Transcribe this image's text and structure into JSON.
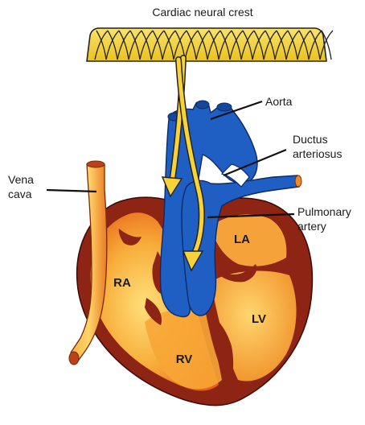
{
  "labels": {
    "neural_crest": "Cardiac neural crest",
    "aorta": "Aorta",
    "ductus_line1": "Ductus",
    "ductus_line2": "arteriosus",
    "vena_line1": "Vena",
    "vena_line2": "cava",
    "pulmonary_line1": "Pulmonary",
    "pulmonary_line2": "artery",
    "ra": "RA",
    "la": "LA",
    "rv": "RV",
    "lv": "LV"
  },
  "colors": {
    "crest_fill": "#f0d23a",
    "vessel_blue": "#1f5fc4",
    "heart_orange": "#f39a2c",
    "heart_light": "#ffd469",
    "wall_red": "#8e2414",
    "arrow_yellow": "#f7d338"
  }
}
